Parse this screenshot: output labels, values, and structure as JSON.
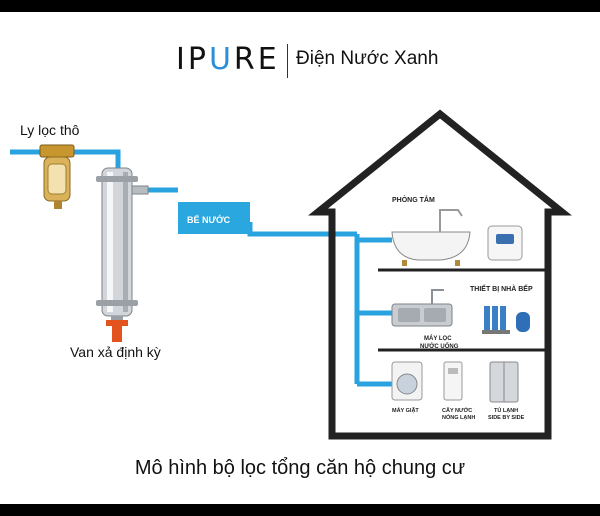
{
  "header": {
    "logo_prefix": "IP",
    "logo_accent": "U",
    "logo_suffix": "RE",
    "brand": "Điện Nước Xanh"
  },
  "labels": {
    "coarse_filter": "Ly lọc thô",
    "flush_valve": "Van xả định kỳ",
    "water_tank": "BỂ NƯỚC",
    "bathroom": "PHÒNG TẮM",
    "kitchen": "THIẾT BỊ NHÀ BẾP",
    "ro_purifier_1": "MÁY LỌC",
    "ro_purifier_2": "NƯỚC UỐNG",
    "washer": "MÁY GIẶT",
    "dispenser_1": "CÂY NƯỚC",
    "dispenser_2": "NÓNG LẠNH",
    "fridge_1": "TỦ LẠNH",
    "fridge_2": "SIDE BY SIDE"
  },
  "caption": "Mô hình bộ lọc tổng căn hộ chung cư",
  "colors": {
    "pipe": "#29a3df",
    "tank": "#2ba7df",
    "house": "#222222",
    "accent": "#2a8fd8",
    "valve": "#e2531d"
  }
}
